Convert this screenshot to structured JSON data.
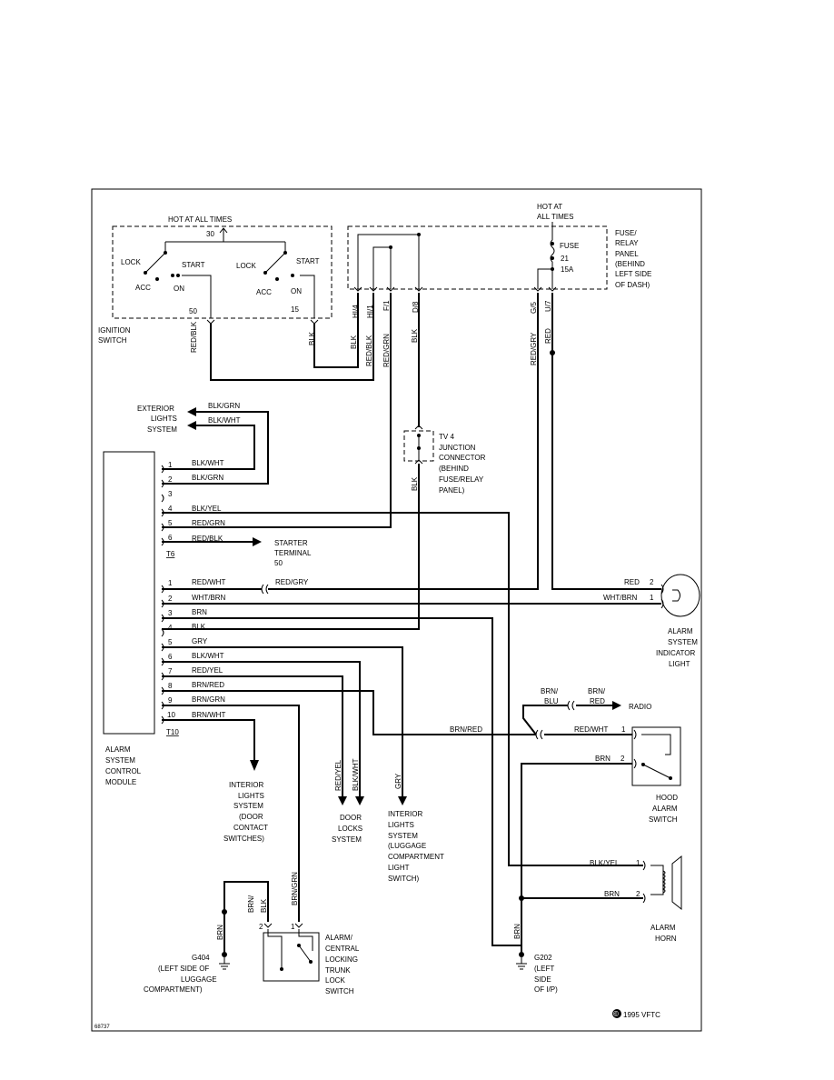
{
  "hot": {
    "ignition_label": "HOT AT ALL TIMES",
    "fuse_label_1": "HOT AT",
    "fuse_label_2": "ALL TIMES",
    "ignition_num": "30"
  },
  "ignition": {
    "lock": "LOCK",
    "start": "START",
    "acc": "ACC",
    "on": "ON",
    "pin_50": "50",
    "pin_15": "15",
    "name_1": "IGNITION",
    "name_2": "SWITCH"
  },
  "fuse_panel": {
    "label": [
      "FUSE/",
      "RELAY",
      "PANEL",
      "(BEHIND",
      "LEFT SIDE",
      "OF DASH)"
    ],
    "fuse": [
      "FUSE",
      "21",
      "15A"
    ],
    "pins": [
      "HI/4",
      "HI/1",
      "F/1",
      "D/8",
      "G/5",
      "U/7"
    ]
  },
  "wires_top": [
    "RED/BLK",
    "BLK",
    "BLK",
    "RED/BLK",
    "RED/GRN",
    "BLK",
    "RED/GRY",
    "RED"
  ],
  "exterior": {
    "label": [
      "EXTERIOR",
      "LIGHTS",
      "SYSTEM"
    ],
    "wire_1": "BLK/GRN",
    "wire_2": "BLK/WHT"
  },
  "junction": {
    "label": [
      "TV 4",
      "JUNCTION",
      "CONNECTOR",
      "(BEHIND",
      "FUSE/RELAY",
      "PANEL)"
    ],
    "wire": "BLK"
  },
  "t6": {
    "name": "T6",
    "pins": [
      "1",
      "2",
      "3",
      "4",
      "5",
      "6"
    ],
    "wires": [
      "BLK/WHT",
      "BLK/GRN",
      "",
      "BLK/YEL",
      "RED/GRN",
      "RED/BLK"
    ]
  },
  "starter": [
    "STARTER",
    "TERMINAL",
    "50"
  ],
  "t10": {
    "name": "T10",
    "pins": [
      "1",
      "2",
      "3",
      "4",
      "5",
      "6",
      "7",
      "8",
      "9",
      "10"
    ],
    "wires": [
      "RED/WHT",
      "WHT/BRN",
      "BRN",
      "BLK",
      "GRY",
      "BLK/WHT",
      "RED/YEL",
      "BRN/RED",
      "BRN/GRN",
      "BRN/WHT"
    ],
    "red_gry": "RED/GRY"
  },
  "module": [
    "ALARM",
    "SYSTEM",
    "CONTROL",
    "MODULE"
  ],
  "indicator": {
    "wire_1": "RED",
    "pin_1": "2",
    "wire_2": "WHT/BRN",
    "pin_2": "1",
    "label": [
      "ALARM",
      "SYSTEM",
      "INDICATOR",
      "LIGHT"
    ]
  },
  "radio": {
    "brn_blu": [
      "BRN/",
      "BLU"
    ],
    "brn_red": [
      "BRN/",
      "RED"
    ],
    "label": "RADIO"
  },
  "hood": {
    "brn_red": "BRN/RED",
    "red_wht": "RED/WHT",
    "pin_1": "1",
    "brn": "BRN",
    "pin_2": "2",
    "label": [
      "HOOD",
      "ALARM",
      "SWITCH"
    ]
  },
  "horn": {
    "wire_1": "BLK/YEL",
    "pin_1": "1",
    "wire_2": "BRN",
    "pin_2": "2",
    "label": [
      "ALARM",
      "HORN"
    ]
  },
  "interior_lights": [
    "INTERIOR",
    "LIGHTS",
    "SYSTEM",
    "(DOOR",
    "CONTACT",
    "SWITCHES)"
  ],
  "door_locks": {
    "wires": [
      "RED/YEL",
      "BLK/WHT"
    ],
    "label": [
      "DOOR",
      "LOCKS",
      "SYSTEM"
    ]
  },
  "luggage_lights": {
    "wire": "GRY",
    "label": [
      "INTERIOR",
      "LIGHTS",
      "SYSTEM",
      "(LUGGAGE",
      "COMPARTMENT",
      "LIGHT",
      "SWITCH)"
    ]
  },
  "trunk": {
    "wire_brn_blk": [
      "BRN/",
      "BLK"
    ],
    "wire_brn_grn": "BRN/GRN",
    "pin_2": "2",
    "pin_1": "1",
    "label": [
      "ALARM/",
      "CENTRAL",
      "LOCKING",
      "TRUNK",
      "LOCK",
      "SWITCH"
    ]
  },
  "g404": {
    "wire": "BRN",
    "label": [
      "G404",
      "(LEFT SIDE OF",
      "LUGGAGE",
      "COMPARTMENT)"
    ]
  },
  "g202": {
    "wire": "BRN",
    "label": [
      "G202",
      "(LEFT",
      "SIDE",
      "OF I/P)"
    ]
  },
  "copyright": "1995 VFTC",
  "copyright_symbol": "©",
  "figure_id": "68737"
}
